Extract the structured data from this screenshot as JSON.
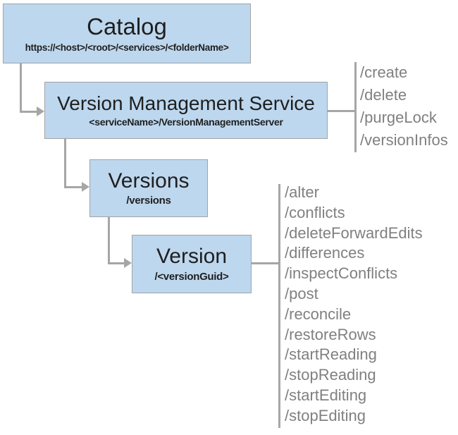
{
  "diagram": {
    "nodes": [
      {
        "id": "catalog",
        "title": "Catalog",
        "subtitle": "https://<host>/<root>/<services>/<folderName>"
      },
      {
        "id": "version-management-service",
        "title": "Version Management Service",
        "subtitle": "<serviceName>/VersionManagementServer"
      },
      {
        "id": "versions",
        "title": "Versions",
        "subtitle": "/versions"
      },
      {
        "id": "version",
        "title": "Version",
        "subtitle": "/<versionGuid>"
      }
    ],
    "endpoint_groups": [
      {
        "attached_to": "version-management-service",
        "items": [
          "/create",
          "/delete",
          "/purgeLock",
          "/versionInfos"
        ]
      },
      {
        "attached_to": "version",
        "items": [
          "/alter",
          "/conflicts",
          "/deleteForwardEdits",
          "/differences",
          "/inspectConflicts",
          "/post",
          "/reconcile",
          "/restoreRows",
          "/startReading",
          "/stopReading",
          "/startEditing",
          "/stopEditing"
        ]
      }
    ],
    "colors": {
      "node_fill": "#BDD7EE",
      "node_border": "#A3A3A3",
      "connector": "#A6A6A6",
      "endpoint_text": "#808080",
      "node_title_text": "#1F1F1F"
    }
  }
}
